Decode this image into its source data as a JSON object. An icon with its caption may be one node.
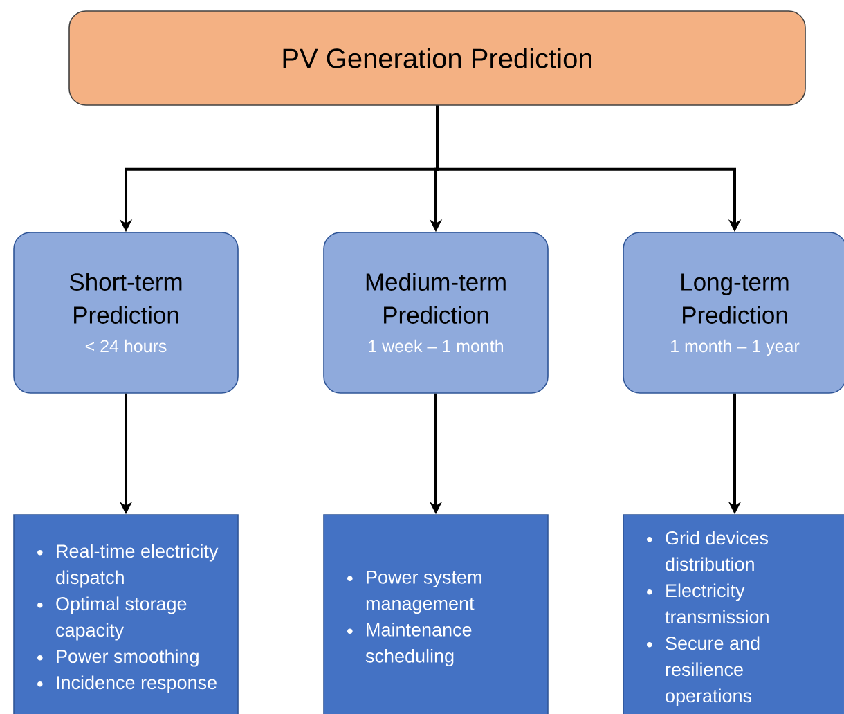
{
  "diagram": {
    "nodes": [
      {
        "text": [
          "PV Generation Prediction"
        ]
      },
      {
        "text": [
          "Short-term Prediction",
          "< 24 hours"
        ]
      },
      {
        "text": [
          "Medium-term Prediction",
          "1 week – 1 month"
        ]
      },
      {
        "text": [
          "Long-term Prediction",
          "1 month – 1 year"
        ]
      },
      {
        "text": [
          "Real-time electricity dispatch",
          "Optimal storage capacity",
          "Power smoothing",
          "Incidence response"
        ]
      },
      {
        "text": [
          "Power system management",
          "Maintenance scheduling"
        ]
      },
      {
        "text": [
          "Grid devices distribution",
          "Electricity transmission",
          "Secure and resilience operations"
        ]
      }
    ],
    "edges": [
      {
        "from": 0,
        "to": 1,
        "arrow": "to"
      },
      {
        "from": 0,
        "to": 2,
        "arrow": "to"
      },
      {
        "from": 0,
        "to": 3,
        "arrow": "to"
      },
      {
        "from": 1,
        "to": 4,
        "arrow": "to"
      },
      {
        "from": 2,
        "to": 5,
        "arrow": "to"
      },
      {
        "from": 3,
        "to": 6,
        "arrow": "to"
      }
    ]
  }
}
